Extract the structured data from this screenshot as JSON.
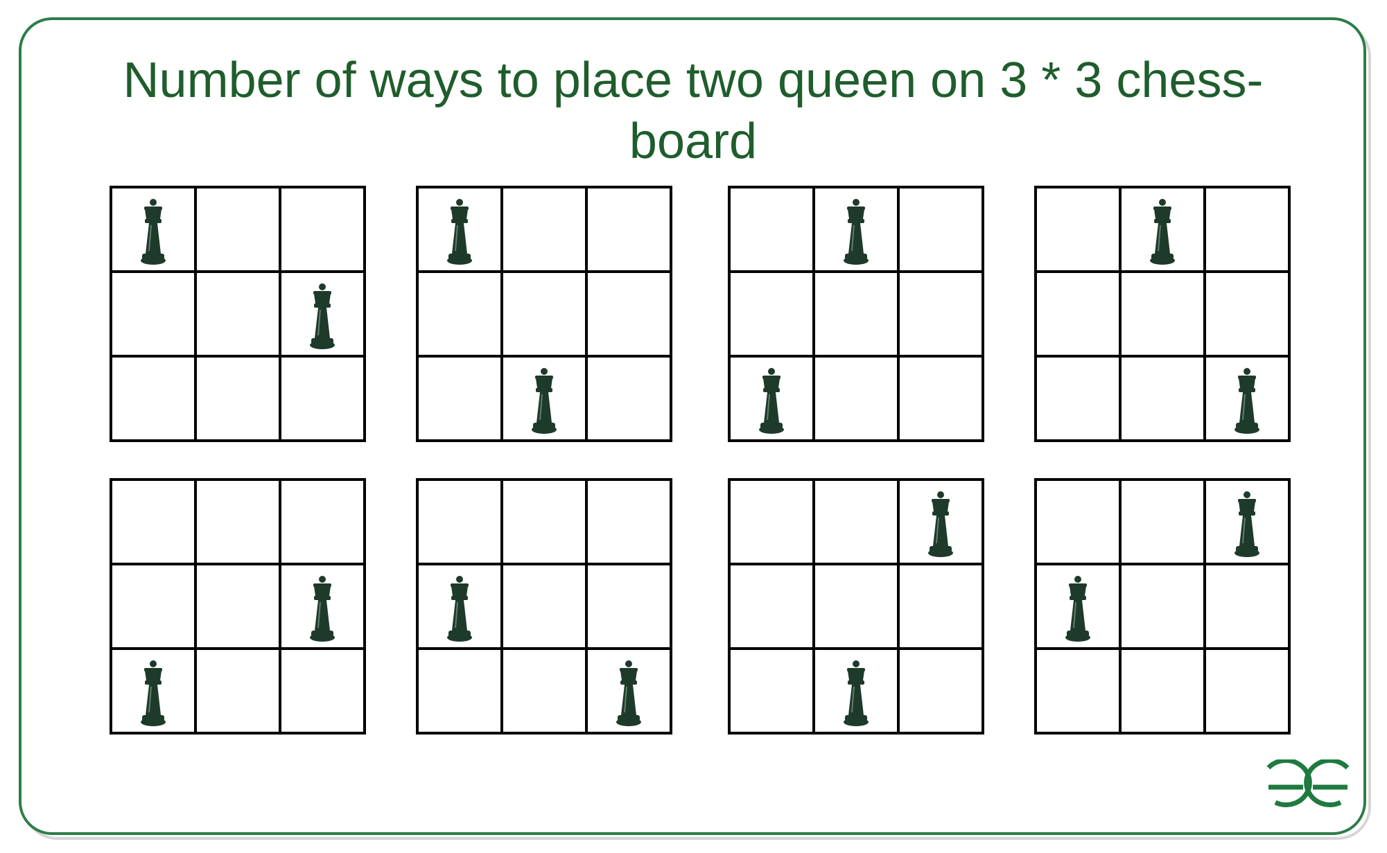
{
  "title": "Number of ways to place two queen on 3 * 3 chess-board",
  "colors": {
    "frame": "#2e7d4a",
    "title_text": "#1f5d2c",
    "grid_lines": "#000000",
    "queen": "#1e3a2a",
    "logo": "#1f7a3f"
  },
  "piece_icon": "queen-icon",
  "logo_icon": "gfg-logo-icon",
  "boards": [
    {
      "queens": [
        [
          0,
          0
        ],
        [
          1,
          2
        ]
      ]
    },
    {
      "queens": [
        [
          0,
          0
        ],
        [
          2,
          1
        ]
      ]
    },
    {
      "queens": [
        [
          0,
          1
        ],
        [
          2,
          0
        ]
      ]
    },
    {
      "queens": [
        [
          0,
          1
        ],
        [
          2,
          2
        ]
      ]
    },
    {
      "queens": [
        [
          1,
          2
        ],
        [
          2,
          0
        ]
      ]
    },
    {
      "queens": [
        [
          1,
          0
        ],
        [
          2,
          2
        ]
      ]
    },
    {
      "queens": [
        [
          0,
          2
        ],
        [
          2,
          1
        ]
      ]
    },
    {
      "queens": [
        [
          0,
          2
        ],
        [
          1,
          0
        ]
      ]
    }
  ]
}
